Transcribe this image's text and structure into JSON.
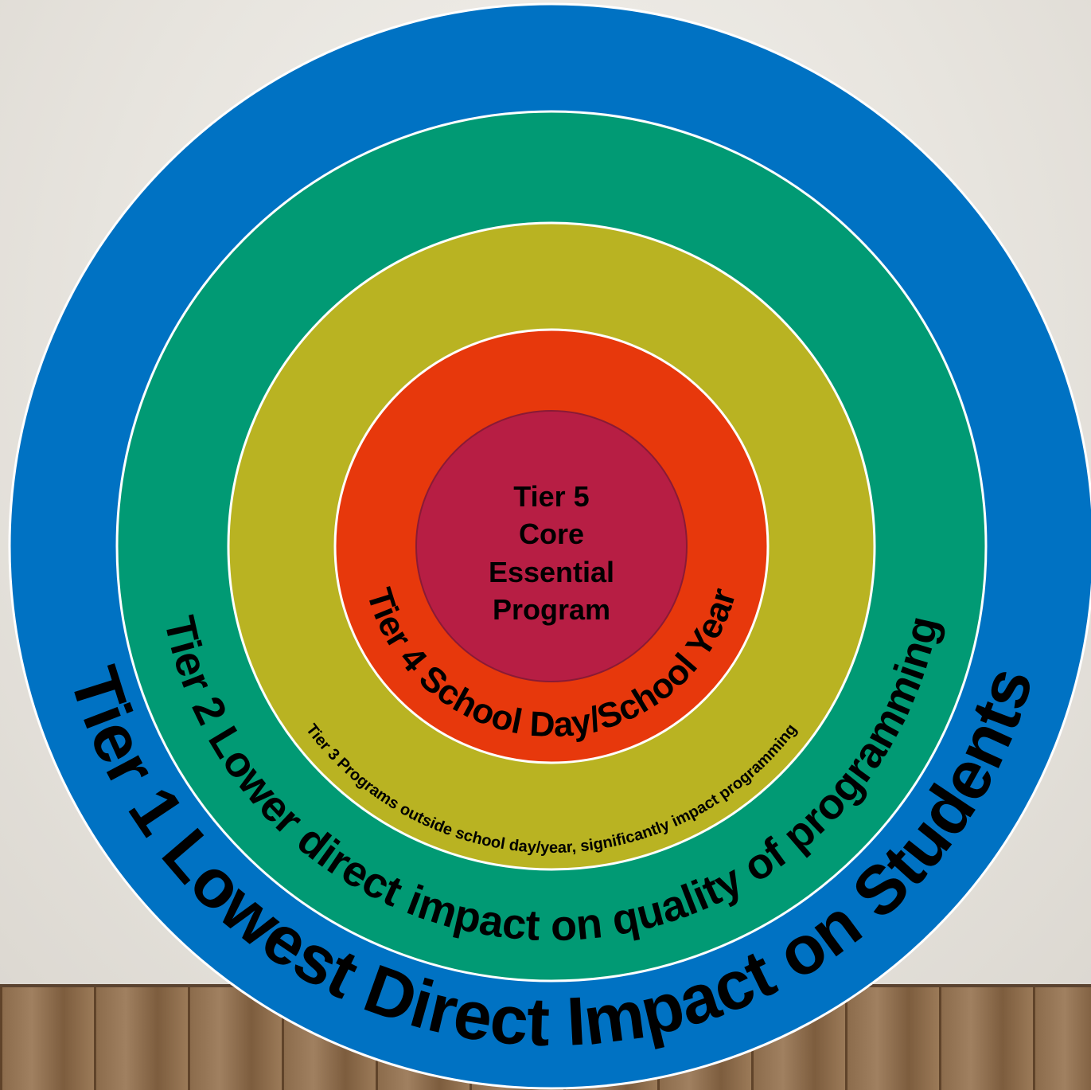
{
  "colors": {
    "tier1": "#0072c3",
    "tier2": "#019a74",
    "tier3": "#b9b322",
    "tier4": "#e7380c",
    "tier5": "#b71e44",
    "ring_border": "#ffffff"
  },
  "tiers": {
    "tier1": "Tier 1 Lowest Direct Impact on Students",
    "tier2": "Tier 2 Lower direct impact on quality of programming",
    "tier3": "Tier 3 Programs outside school day/year, significantly impact programming",
    "tier4": "Tier 4 School Day/School Year",
    "tier5_lines": [
      "Tier 5",
      "Core",
      "Essential",
      "Program"
    ]
  }
}
